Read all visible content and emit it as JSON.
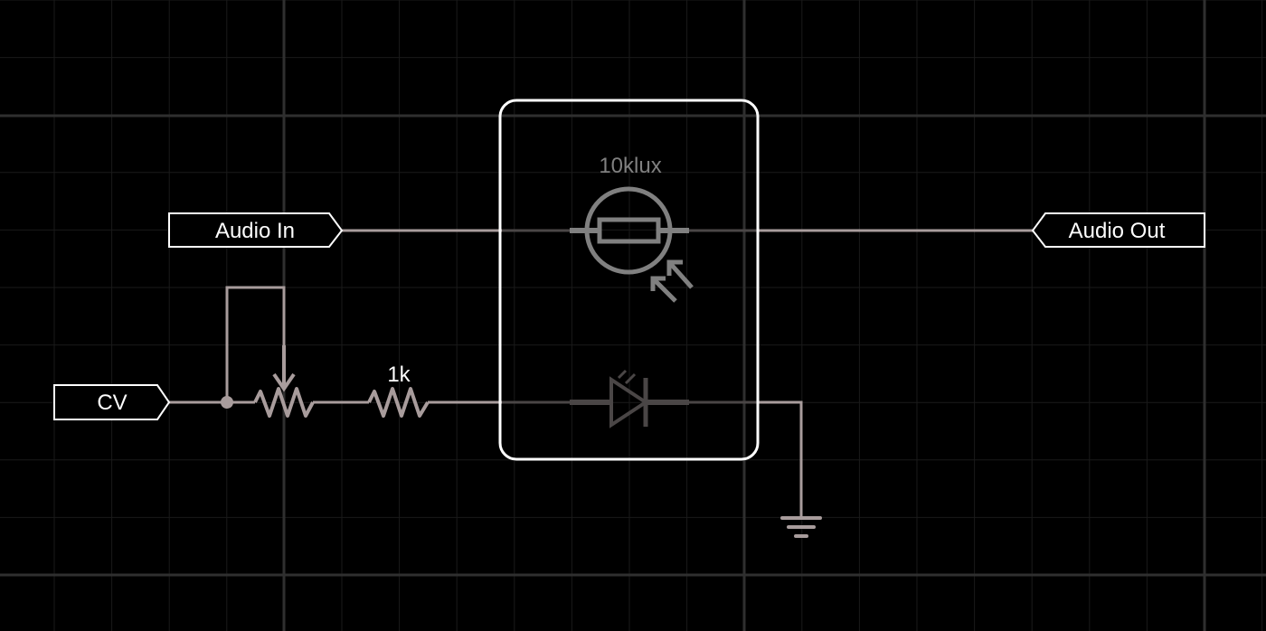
{
  "labels": {
    "audio_in": "Audio In",
    "audio_out": "Audio Out",
    "cv": "CV"
  },
  "components": {
    "ldr_value": "10klux",
    "resistor_value": "1k"
  },
  "colors": {
    "background": "#000000",
    "grid_minor": "#1a1a1a",
    "grid_major": "#2f2f2f",
    "wire": "#a89c9c",
    "opto_part": "#808080",
    "opto_led": "#4a4646",
    "outline": "#ffffff"
  }
}
